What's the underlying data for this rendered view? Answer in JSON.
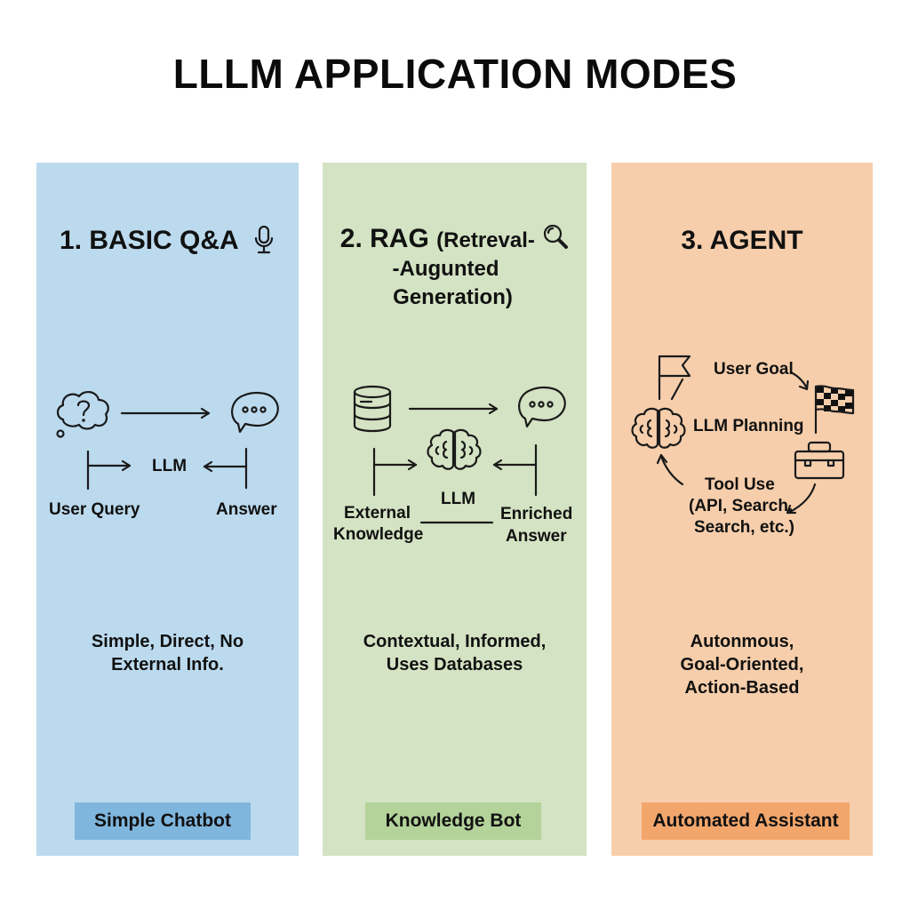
{
  "title": "LLLM APPLICATION MODES",
  "panels": [
    {
      "heading": "1. BASIC Q&A",
      "heading_icon": "microphone-icon",
      "color": "#bcdaee",
      "labels": {
        "llm": "LLM",
        "input": "User Query",
        "output": "Answer"
      },
      "icons": [
        "thought-bubble-question-icon",
        "speech-bubble-icon"
      ],
      "description": [
        "Simple, Direct, No",
        "External Info."
      ],
      "badge": {
        "label": "Simple Chatbot",
        "color": "#7fb6de"
      }
    },
    {
      "heading_main": "2. RAG",
      "heading_paren": "(Retreval-",
      "heading_line2": "-Augunted",
      "heading_line3": "Generation)",
      "heading_icon": "magnifier-icon",
      "color": "#d3e3c3",
      "labels": {
        "llm": "LLM",
        "input_line1": "External",
        "input_line2": "Knowledge",
        "output_line1": "Enriched",
        "output_line2": "Answer"
      },
      "icons": [
        "database-icon",
        "speech-bubble-icon",
        "brain-icon"
      ],
      "description": [
        "Contextual, Informed,",
        "Uses Databases"
      ],
      "badge": {
        "label": "Knowledge Bot",
        "color": "#b4d39a"
      }
    },
    {
      "heading": "3. AGENT",
      "color": "#f6ceab",
      "labels": {
        "goal": "User Goal",
        "planning": "LLM Planning",
        "tool_line1": "Tool Use",
        "tool_line2": "(API, Search,",
        "tool_line3": "Search, etc.)"
      },
      "icons": [
        "flag-icon",
        "checkered-flag-icon",
        "brain-icon",
        "toolbox-icon"
      ],
      "description": [
        "Autonmous,",
        "Goal-Oriented,",
        "Action-Based"
      ],
      "badge": {
        "label": "Automated Assistant",
        "color": "#f2a66c"
      }
    }
  ]
}
